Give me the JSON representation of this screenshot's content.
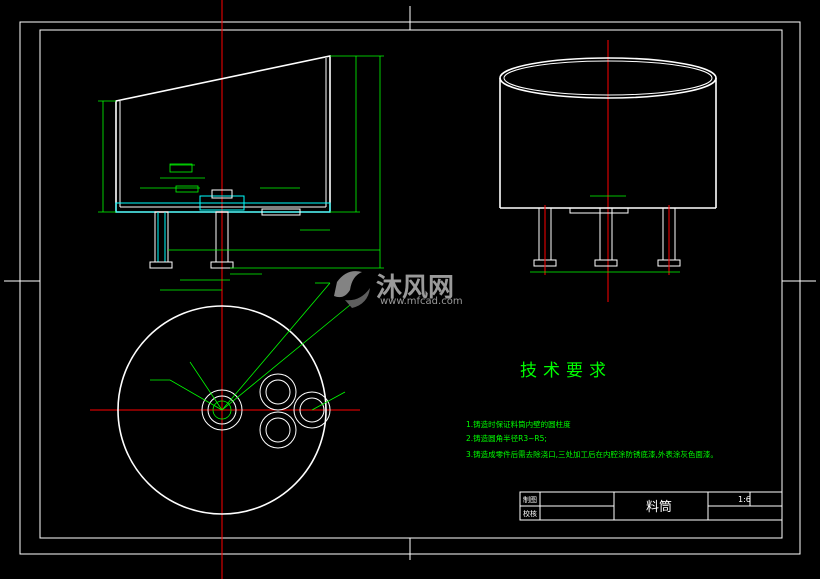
{
  "watermark": {
    "brand_cn": "沐风网",
    "url": "www.mfcad.com"
  },
  "tech_requirements": {
    "title": "技术要求",
    "items": [
      "1.铸造时保证料筒内壁的圆柱度",
      "2.铸造圆角半径R3~R5;",
      "3.铸造成零件后需去除浇口,三处加工后在内腔涂防锈底漆,外表涂灰色面漆。"
    ]
  },
  "title_block": {
    "row1_label": "制图",
    "row2_label": "校核",
    "part_name": "料筒",
    "scale": "1:6"
  },
  "colors": {
    "background": "#000000",
    "outline": "#ffffff",
    "dimension": "#00ff00",
    "centerline": "#ff0000",
    "hidden": "#ff00ff",
    "text": "#00ff00"
  }
}
